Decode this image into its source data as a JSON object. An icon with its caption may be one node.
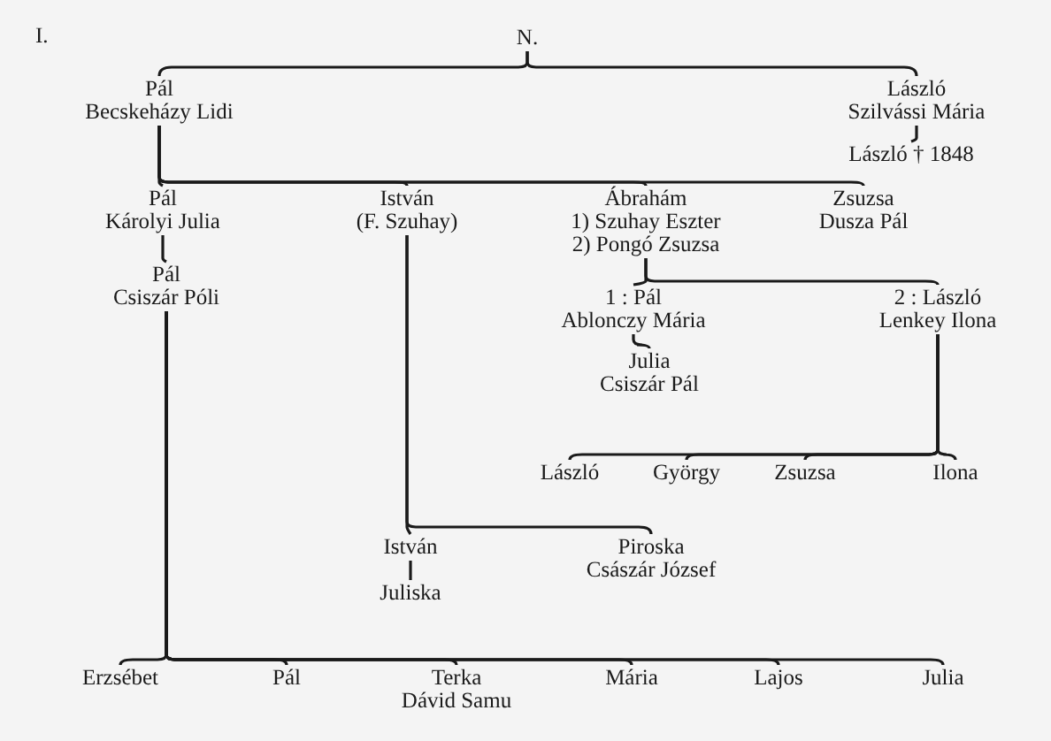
{
  "diagram": {
    "nodes": [
      {
        "text": [
          "N."
        ]
      },
      {
        "text": [
          "Pál",
          "Becskeházy Lidi"
        ]
      },
      {
        "text": [
          "László",
          "Szilvássi Mária"
        ]
      },
      {
        "text": [
          "László † 1848"
        ]
      },
      {
        "text": [
          "Pál",
          "Károlyi Julia"
        ]
      },
      {
        "text": [
          "István",
          "(F. Szuhay)"
        ]
      },
      {
        "text": [
          "Ábrahám",
          "1) Szuhay Eszter",
          "2) Pongó Zsuzsa"
        ]
      },
      {
        "text": [
          "Zsuzsa",
          "Dusza Pál"
        ]
      },
      {
        "text": [
          "Pál",
          "Csiszár Póli"
        ]
      },
      {
        "text": [
          "1 : Pál",
          "Ablonczy Mária"
        ]
      },
      {
        "text": [
          "2 : László",
          "Lenkey Ilona"
        ]
      },
      {
        "text": [
          "Julia",
          "Csiszár Pál"
        ]
      },
      {
        "text": [
          "László"
        ]
      },
      {
        "text": [
          "György"
        ]
      },
      {
        "text": [
          "Zsuzsa"
        ]
      },
      {
        "text": [
          "Ilona"
        ]
      },
      {
        "text": [
          "István"
        ]
      },
      {
        "text": [
          "Piroska",
          "Császár József"
        ]
      },
      {
        "text": [
          "Juliska"
        ]
      },
      {
        "text": [
          "Erzsébet"
        ]
      },
      {
        "text": [
          "Pál"
        ]
      },
      {
        "text": [
          "Terka",
          "Dávid Samu"
        ]
      },
      {
        "text": [
          "Mária"
        ]
      },
      {
        "text": [
          "Lajos"
        ]
      },
      {
        "text": [
          "Julia"
        ]
      }
    ],
    "edges": [
      {
        "from": 0,
        "to": 1,
        "arrow": "none"
      },
      {
        "from": 0,
        "to": 2,
        "arrow": "none"
      },
      {
        "from": 2,
        "to": 3,
        "arrow": "none"
      },
      {
        "from": 1,
        "to": 4,
        "arrow": "none"
      },
      {
        "from": 1,
        "to": 5,
        "arrow": "none"
      },
      {
        "from": 1,
        "to": 6,
        "arrow": "none"
      },
      {
        "from": 1,
        "to": 7,
        "arrow": "none"
      },
      {
        "from": 4,
        "to": 8,
        "arrow": "none"
      },
      {
        "from": 6,
        "to": 9,
        "arrow": "none"
      },
      {
        "from": 6,
        "to": 10,
        "arrow": "none"
      },
      {
        "from": 9,
        "to": 11,
        "arrow": "none"
      },
      {
        "from": 10,
        "to": 12,
        "arrow": "none"
      },
      {
        "from": 10,
        "to": 13,
        "arrow": "none"
      },
      {
        "from": 10,
        "to": 14,
        "arrow": "none"
      },
      {
        "from": 10,
        "to": 15,
        "arrow": "none"
      },
      {
        "from": 5,
        "to": 16,
        "arrow": "none"
      },
      {
        "from": 5,
        "to": 17,
        "arrow": "none"
      },
      {
        "from": 16,
        "to": 18,
        "arrow": "none"
      },
      {
        "from": 8,
        "to": 19,
        "arrow": "none"
      },
      {
        "from": 8,
        "to": 20,
        "arrow": "none"
      },
      {
        "from": 8,
        "to": 21,
        "arrow": "none"
      },
      {
        "from": 8,
        "to": 22,
        "arrow": "none"
      },
      {
        "from": 8,
        "to": 23,
        "arrow": "none"
      },
      {
        "from": 8,
        "to": 24,
        "arrow": "none"
      }
    ],
    "labels": [
      "I."
    ]
  }
}
